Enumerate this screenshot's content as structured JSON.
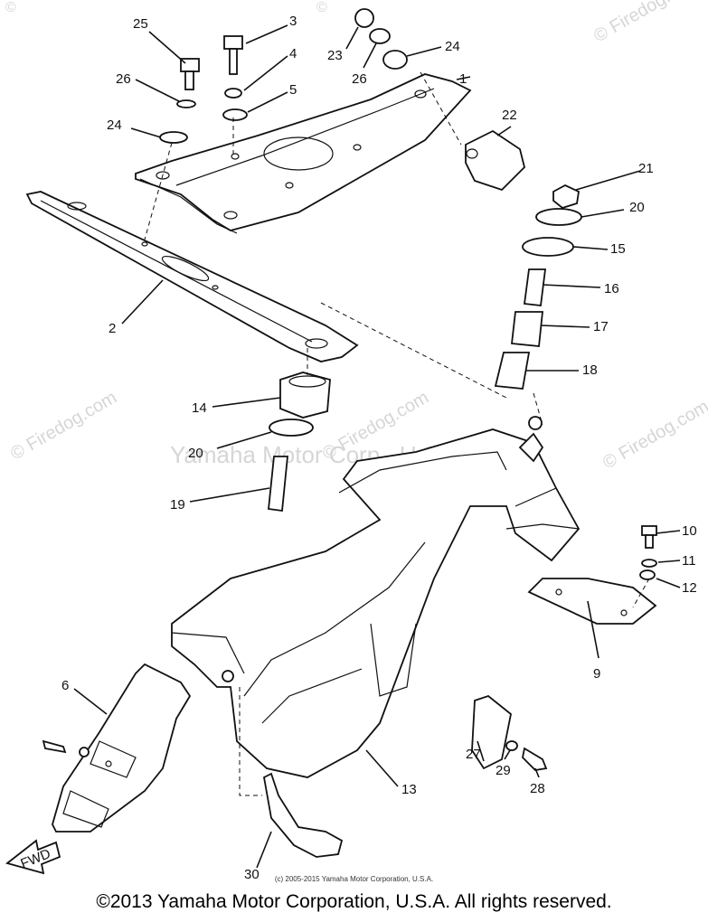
{
  "watermarks": {
    "center": "Yamaha Motor Corp., U.S.A.",
    "diagonal": [
      "© Firedog.com",
      "© Firedog.com",
      "© Firedog.com",
      "© Firedog.com"
    ],
    "corner_left": "©",
    "corner_right": "©"
  },
  "callouts": [
    {
      "id": "1",
      "label": "1"
    },
    {
      "id": "2",
      "label": "2"
    },
    {
      "id": "3",
      "label": "3"
    },
    {
      "id": "4",
      "label": "4"
    },
    {
      "id": "5",
      "label": "5"
    },
    {
      "id": "6",
      "label": "6"
    },
    {
      "id": "9",
      "label": "9"
    },
    {
      "id": "10",
      "label": "10"
    },
    {
      "id": "11",
      "label": "11"
    },
    {
      "id": "12",
      "label": "12"
    },
    {
      "id": "13",
      "label": "13"
    },
    {
      "id": "14",
      "label": "14"
    },
    {
      "id": "15",
      "label": "15"
    },
    {
      "id": "16",
      "label": "16"
    },
    {
      "id": "17",
      "label": "17"
    },
    {
      "id": "18",
      "label": "18"
    },
    {
      "id": "19",
      "label": "19"
    },
    {
      "id": "20a",
      "label": "20"
    },
    {
      "id": "20b",
      "label": "20"
    },
    {
      "id": "21",
      "label": "21"
    },
    {
      "id": "22",
      "label": "22"
    },
    {
      "id": "23",
      "label": "23"
    },
    {
      "id": "24a",
      "label": "24"
    },
    {
      "id": "24b",
      "label": "24"
    },
    {
      "id": "25",
      "label": "25"
    },
    {
      "id": "26a",
      "label": "26"
    },
    {
      "id": "26b",
      "label": "26"
    },
    {
      "id": "27",
      "label": "27"
    },
    {
      "id": "28",
      "label": "28"
    },
    {
      "id": "29",
      "label": "29"
    },
    {
      "id": "30",
      "label": "30"
    }
  ],
  "fwd_label": "FWD",
  "small_copyright": "(c) 2005-2015 Yamaha Motor Corporation, U.S.A.",
  "footer": "©2013 Yamaha Motor Corporation, U.S.A. All rights reserved."
}
